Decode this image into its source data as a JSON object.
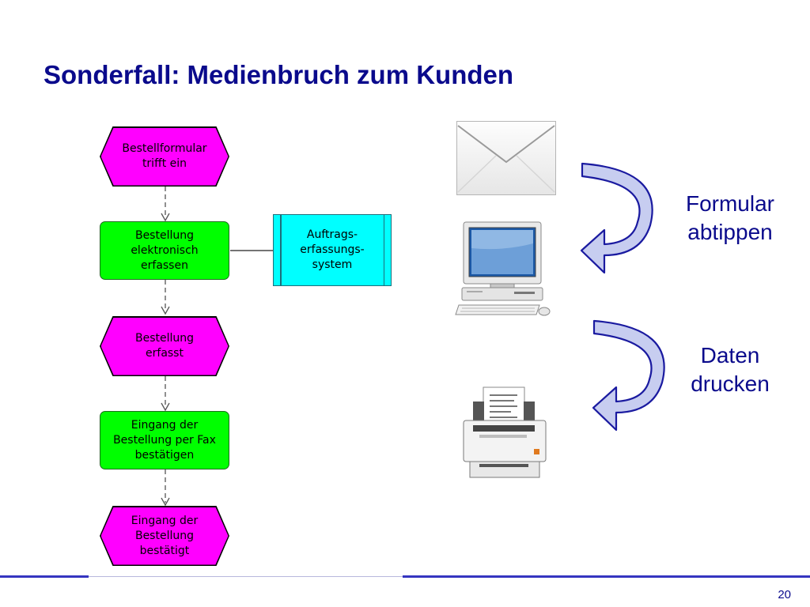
{
  "slide": {
    "title": "Sonderfall: Medienbruch zum Kunden",
    "page_number": "20"
  },
  "process": {
    "steps": [
      {
        "kind": "event",
        "text": "Bestellformular\ntrifft ein"
      },
      {
        "kind": "function",
        "text": "Bestellung\nelektronisch\nerfassen"
      },
      {
        "kind": "event",
        "text": "Bestellung\nerfasst"
      },
      {
        "kind": "function",
        "text": "Eingang der\nBestellung per Fax\nbestätigen"
      },
      {
        "kind": "event",
        "text": "Eingang der\nBestellung\nbestätigt"
      }
    ],
    "system": {
      "text": "Auftrags-\nerfassungs-\nsystem"
    }
  },
  "media": {
    "arrow1_label": "Formular\nabtippen",
    "arrow2_label": "Daten\ndrucken",
    "icons": [
      "envelope-icon",
      "computer-icon",
      "printer-icon"
    ]
  },
  "colors": {
    "title": "#0a0a8c",
    "event": "#ff00ff",
    "function": "#00ff00",
    "system": "#00ffff",
    "arrow_fill": "#c7cdf0",
    "arrow_stroke": "#1a1aa0"
  }
}
